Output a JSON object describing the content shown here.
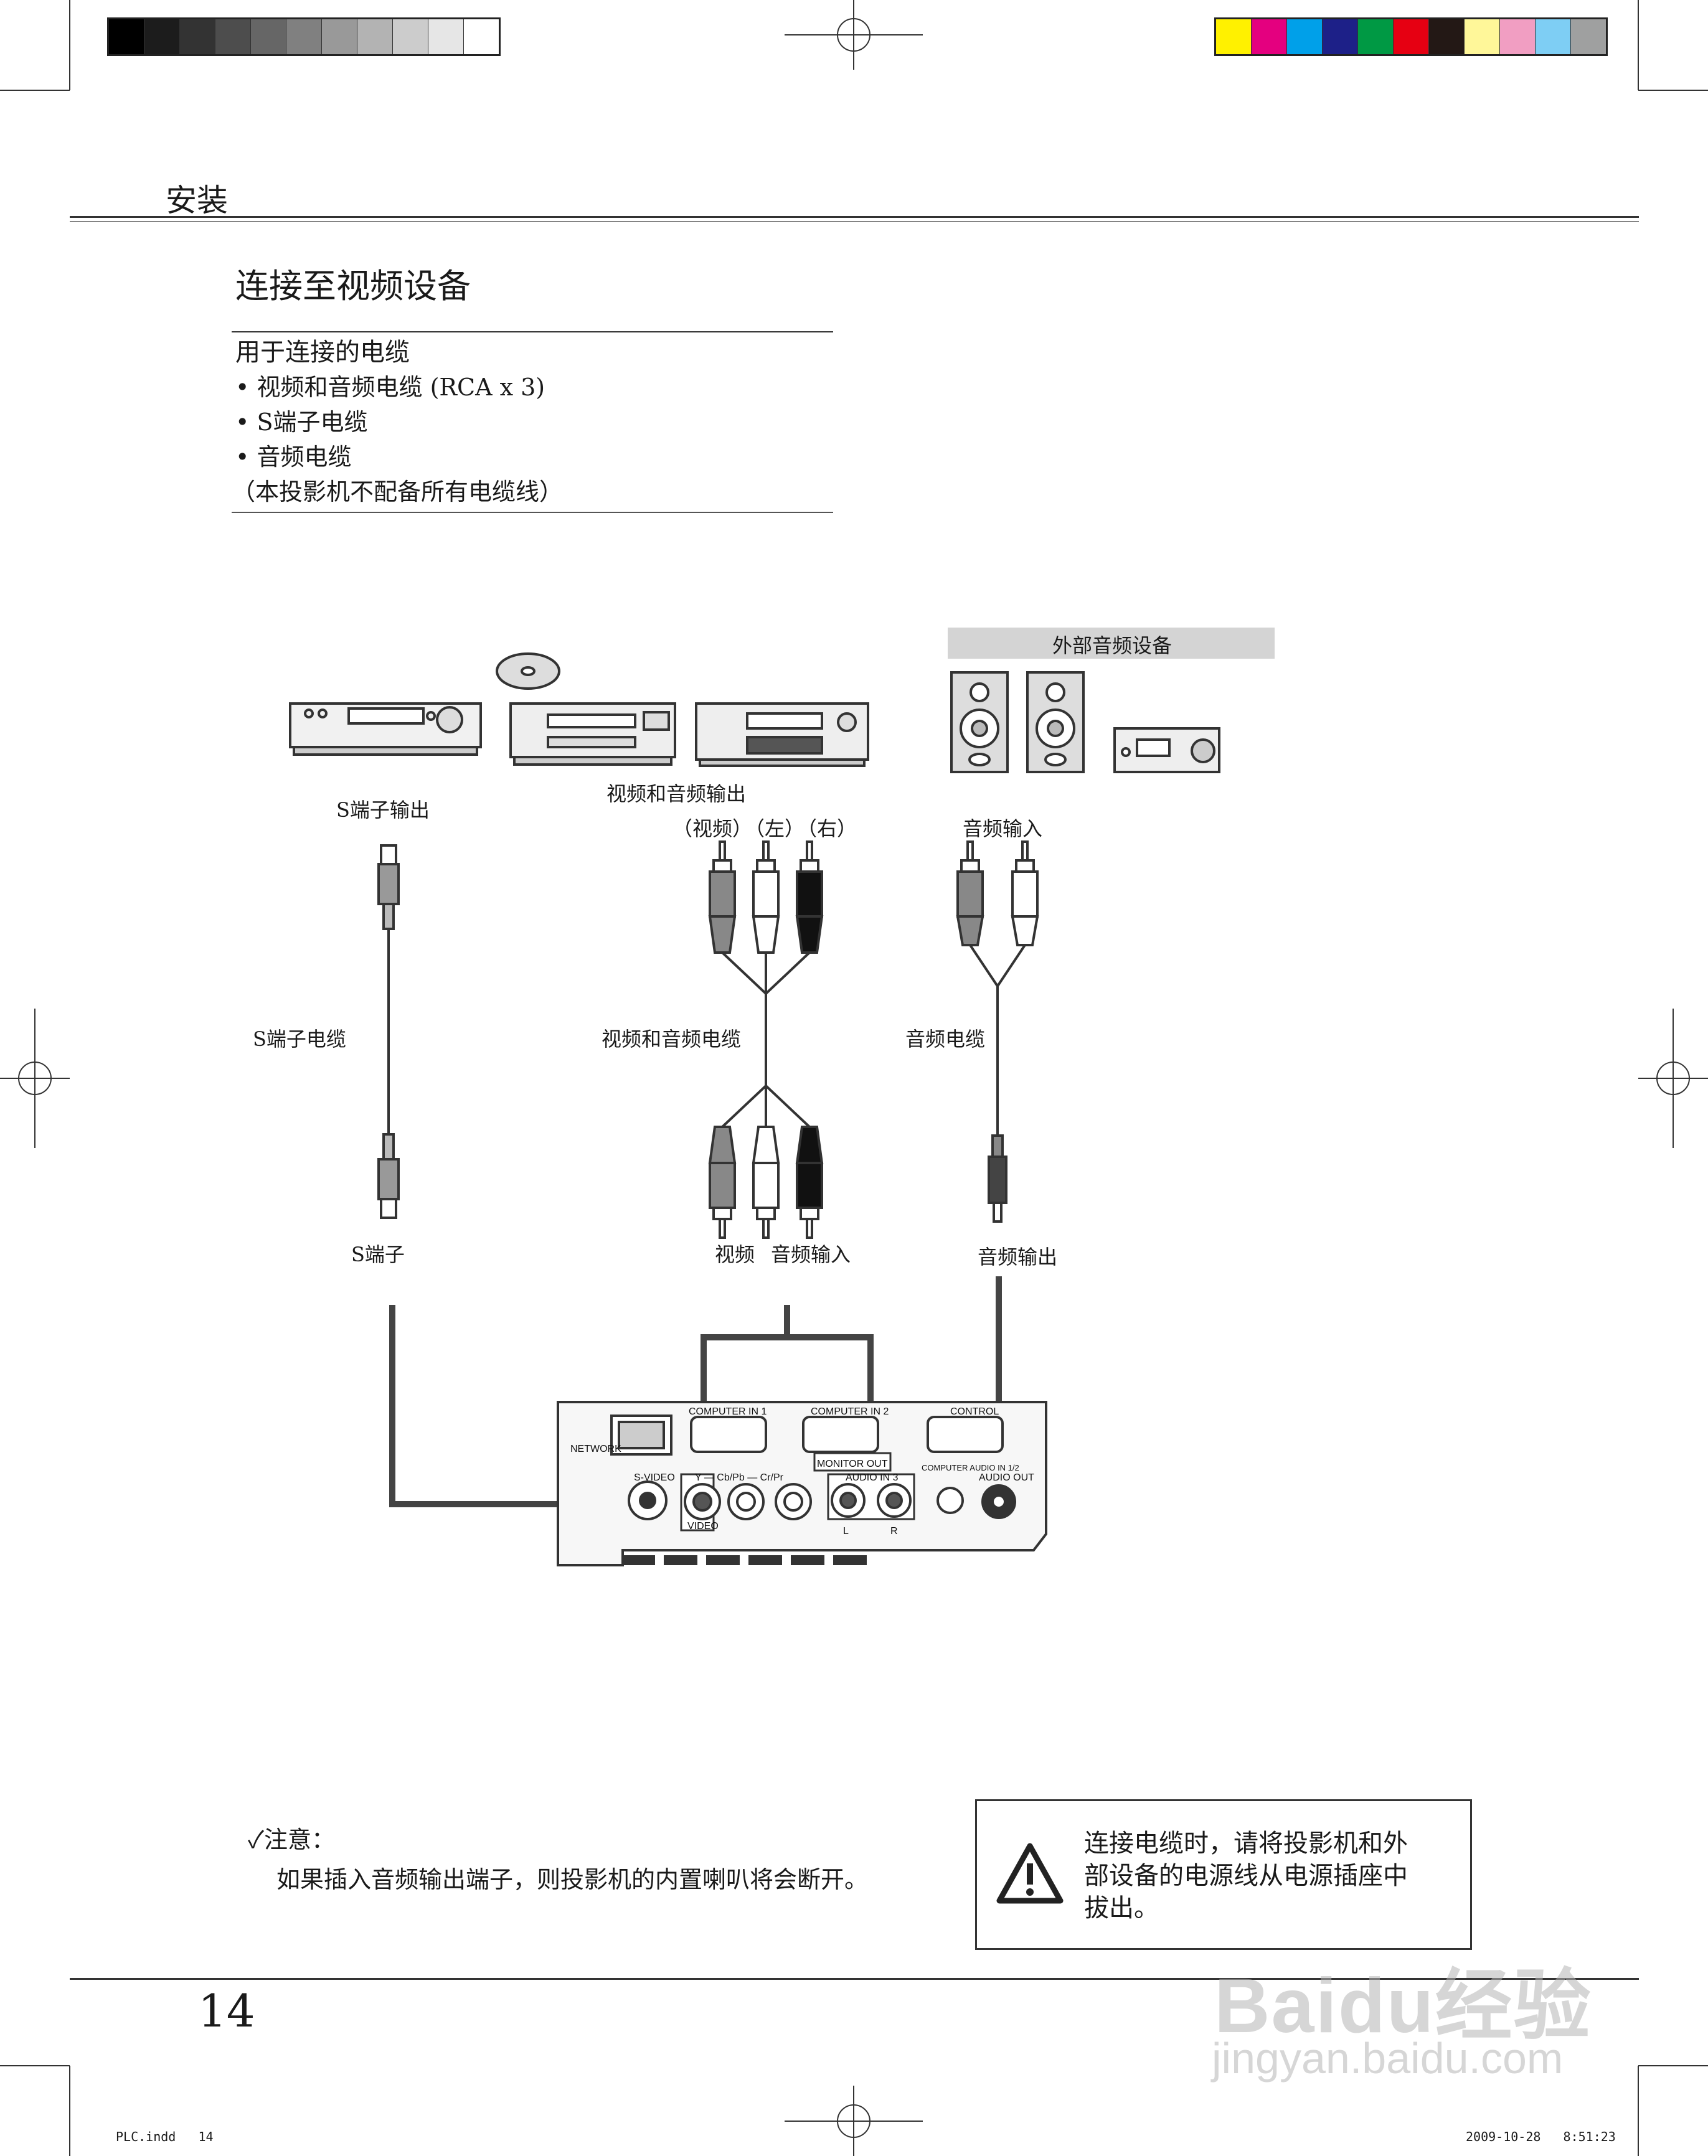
{
  "header": {
    "section": "安装"
  },
  "page_title": "连接至视频设备",
  "cables": {
    "heading": "用于连接的电缆",
    "items": [
      "• 视频和音频电缆 (RCA x 3)",
      "• S端子电缆",
      "• 音频电缆"
    ],
    "note": "（本投影机不配备所有电缆线）"
  },
  "diagram": {
    "ext_audio_title": "外部音频设备",
    "svideo_out": "S端子输出",
    "av_out": "视频和音频输出",
    "sub_video": "（视频）",
    "sub_left": "（左）",
    "sub_right": "（右）",
    "audio_in_top": "音频输入",
    "svideo_cable": "S端子电缆",
    "av_cable": "视频和音频电缆",
    "audio_cable": "音频电缆",
    "svideo_port": "S端子",
    "video_port": "视频",
    "audio_in_port": "音频输入",
    "audio_out_port": "音频输出",
    "panel": {
      "network": "NETWORK",
      "computer_in_1": "COMPUTER IN 1",
      "computer_in_2": "COMPUTER IN 2",
      "control": "CONTROL",
      "monitor_out": "MONITOR OUT",
      "s_video": "S-VIDEO",
      "y_cb_cr": "Y — Cb/Pb — Cr/Pr",
      "video": "VIDEO",
      "audio_in_3": "AUDIO IN 3",
      "computer_audio_in": "COMPUTER AUDIO IN 1/2",
      "audio_out": "AUDIO OUT",
      "l": "L",
      "r": "R"
    }
  },
  "note": {
    "heading": "✓注意：",
    "body": "如果插入音频输出端子，则投影机的内置喇叭将会断开。"
  },
  "warning": {
    "lines": [
      "连接电缆时，请将投影机和外",
      "部设备的电源线从电源插座中",
      "拔出。"
    ]
  },
  "page_number": "14",
  "footer": {
    "left": "PLC.indd   14",
    "right": "2009-10-28   8:51:23"
  },
  "watermark": {
    "line1": "Baidu经验",
    "line2": "jingyan.baidu.com"
  },
  "colors": {
    "grays": [
      "#000000",
      "#1c1c1c",
      "#333333",
      "#4d4d4d",
      "#666666",
      "#808080",
      "#999999",
      "#b3b3b3",
      "#cccccc",
      "#e6e6e6",
      "#ffffff"
    ],
    "process": [
      "#fff100",
      "#e4007f",
      "#00a0e9",
      "#1d2088",
      "#009944",
      "#e60012",
      "#231815",
      "#fff799",
      "#f19ec2",
      "#7ecef4",
      "#9fa0a0"
    ]
  }
}
